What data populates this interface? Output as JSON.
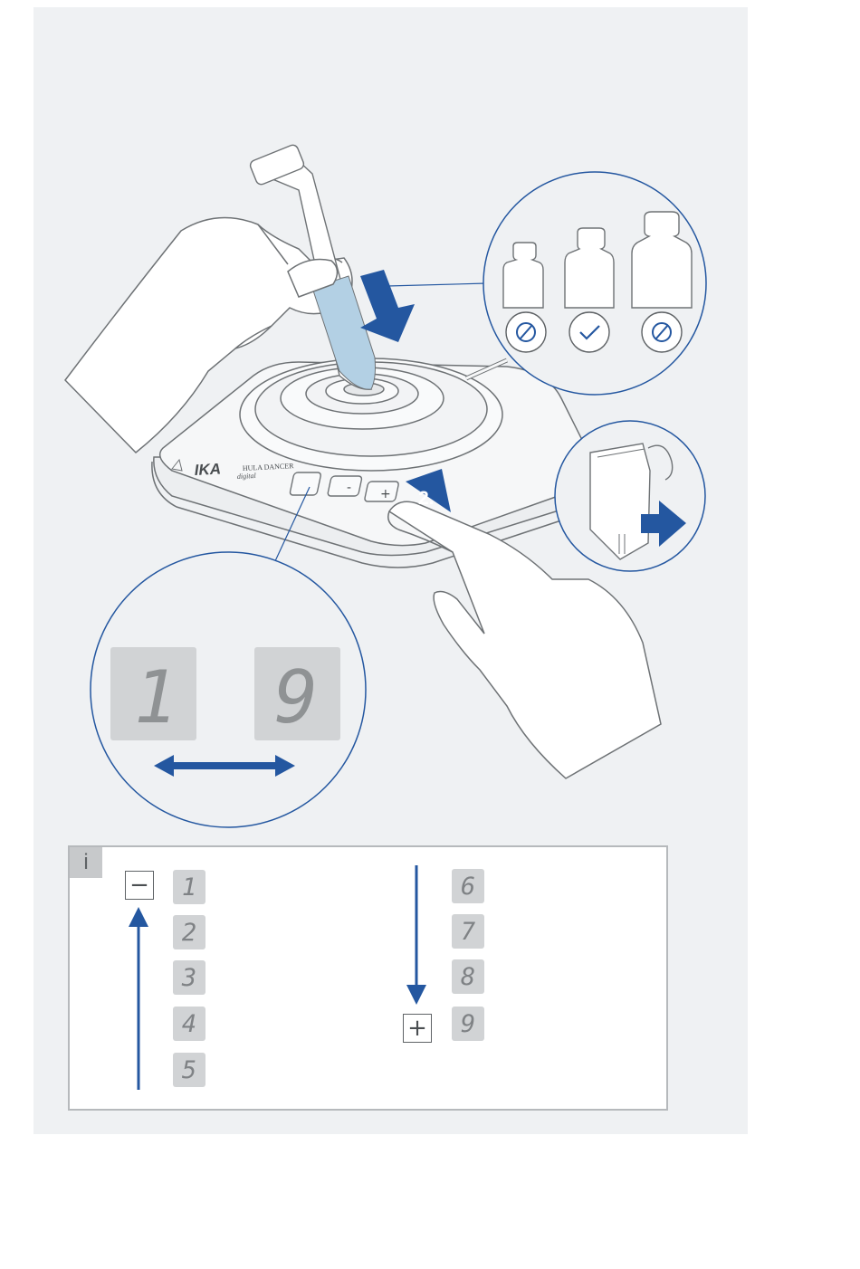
{
  "device": {
    "brand": "IKA",
    "model_line1": "HULA DANCER",
    "model_line2": "digital",
    "minus_key": "-",
    "plus_key": "+"
  },
  "step": {
    "label": "2."
  },
  "weights_inset": {
    "symbols": [
      "prohibited-icon",
      "check-icon",
      "prohibited-icon"
    ]
  },
  "display_inset": {
    "digits": [
      "1",
      "9"
    ]
  },
  "info_box": {
    "tab_label": "i",
    "minus_symbol": "−",
    "plus_symbol": "+",
    "levels_left": [
      "1",
      "2",
      "3",
      "4",
      "5"
    ],
    "levels_right": [
      "6",
      "7",
      "8",
      "9"
    ]
  },
  "colors": {
    "accent_blue": "#2457a0",
    "tube_blue": "#b3d0e4",
    "panel_bg": "#eff1f3",
    "lcd_tile": "#d1d3d5",
    "line_gray": "#6e7275"
  }
}
